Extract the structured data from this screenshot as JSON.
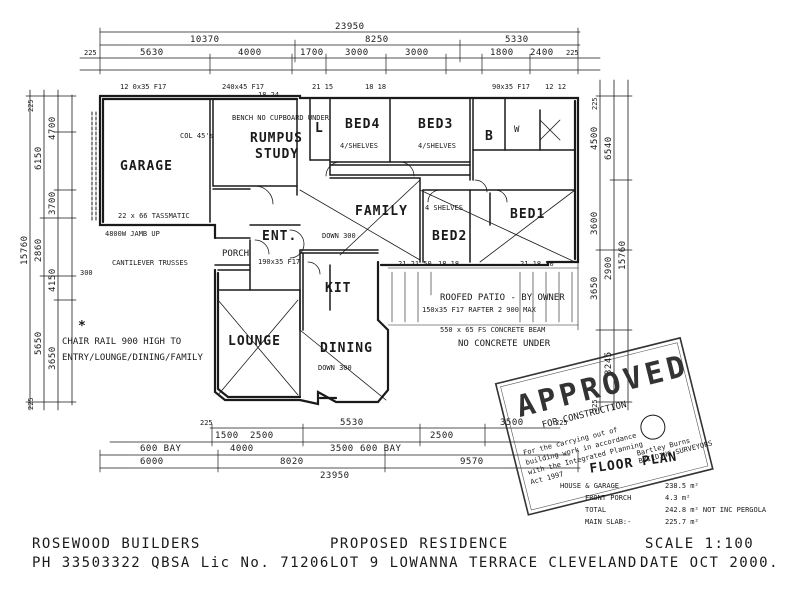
{
  "dims": {
    "top_overall": "23950",
    "top_row1": [
      "10370",
      "8250",
      "5330"
    ],
    "top_row2": [
      "5630",
      "4000",
      "1700",
      "3000",
      "3000",
      "1800",
      "2400"
    ],
    "top_edge": [
      "225",
      "225"
    ],
    "bottom_row1": [
      "225",
      "1500",
      "2500",
      "5530",
      "2500",
      "3500",
      "225"
    ],
    "bottom_row2": [
      "600 BAY",
      "4000",
      "3500",
      "600 BAY"
    ],
    "bottom_row3": [
      "6000",
      "8020",
      "9570"
    ],
    "bottom_overall": "23950",
    "left_outer": "15760",
    "left_mid": [
      "6150",
      "2860",
      "5650"
    ],
    "left_inner": [
      "4700",
      "3700",
      "4150",
      "3650",
      "300"
    ],
    "left_edge": [
      "225",
      "225"
    ],
    "right_outer": "15760",
    "right_mid": [
      "6540",
      "2900",
      "3245"
    ],
    "right_inner": [
      "4500",
      "3600",
      "3650"
    ],
    "right_edge": [
      "225",
      "225"
    ]
  },
  "rooms": {
    "garage": "GARAGE",
    "rumpus": "RUMPUS",
    "study": "STUDY",
    "bed4": "BED4",
    "bed3": "BED3",
    "family": "FAMILY",
    "bed2": "BED2",
    "bed1": "BED1",
    "ent": "ENT.",
    "kit": "KIT",
    "lounge": "LOUNGE",
    "dining": "DINING",
    "porch": "PORCH",
    "roofed_patio": "ROOFED PATIO - BY OWNER",
    "l": "L",
    "b": "B",
    "wc": "W"
  },
  "notes": {
    "lintel_1": "12 0x35 F17",
    "lintel_2": "240x45 F17",
    "lintel_3": "21 15",
    "lintel_4": "18 24",
    "lintel_5": "18 18",
    "lintel_6": "12 12",
    "lintel_7": "90x35 F17",
    "bench": "BENCH NO CUPBOARD UNDER",
    "shelves_1": "4/SHELVES",
    "shelves_2": "4/SHELVES",
    "shelves_3": "4 SHELVES",
    "col": "COL 45's",
    "roller_door": "22 x 66 TASSMATIC",
    "jamb": "4800W JAMB UP",
    "cantilever": "CANTILEVER TRUSSES",
    "down_1": "DOWN 300",
    "down_2": "DOWN 300",
    "h_190": "190x35 F17",
    "patio_note": "150x35 F17 RAFTER 2 900 MAX",
    "slab_note": "550 x 65 FS CONCRETE BEAM",
    "no_concrete": "NO CONCRETE UNDER",
    "rail_star": "*",
    "chair_rail_1": "CHAIR RAIL 900 HIGH TO",
    "chair_rail_2": "ENTRY/LOUNGE/DINING/FAMILY",
    "roof_dims_1": "21 21 50",
    "roof_dims_2": "18 18",
    "roof_dims_3": "21 18 50"
  },
  "stamp": {
    "approved": "APPROVED",
    "for_construction": "FOR CONSTRUCTION",
    "text_1": "For the carrying out of",
    "text_2": "building work in accordance",
    "text_3": "with the Integrated Planning",
    "text_4": "Act 1997",
    "company": "Bartley Burns",
    "company_sub": "BUILDING SURVEYORS",
    "floor_plan": "FLOOR PLAN"
  },
  "areas": {
    "garage_label": "HOUSE & GARAGE",
    "garage_val": "238.5 m²",
    "porch_label": "FRONT PORCH",
    "porch_val": "4.3 m²",
    "total_label": "TOTAL",
    "total_val": "242.8 m² NOT INC PERGOLA",
    "main_label": "MAIN SLAB:-",
    "main_val": "225.7 m²"
  },
  "titleblock": {
    "builder": "ROSEWOOD BUILDERS",
    "phone": "PH 33503322 QBSA Lic No. 71206",
    "proposed": "PROPOSED RESIDENCE",
    "lot": "LOT 9 LOWANNA TERRACE CLEVELAND.",
    "scale": "SCALE 1:100",
    "date": "DATE OCT 2000."
  }
}
